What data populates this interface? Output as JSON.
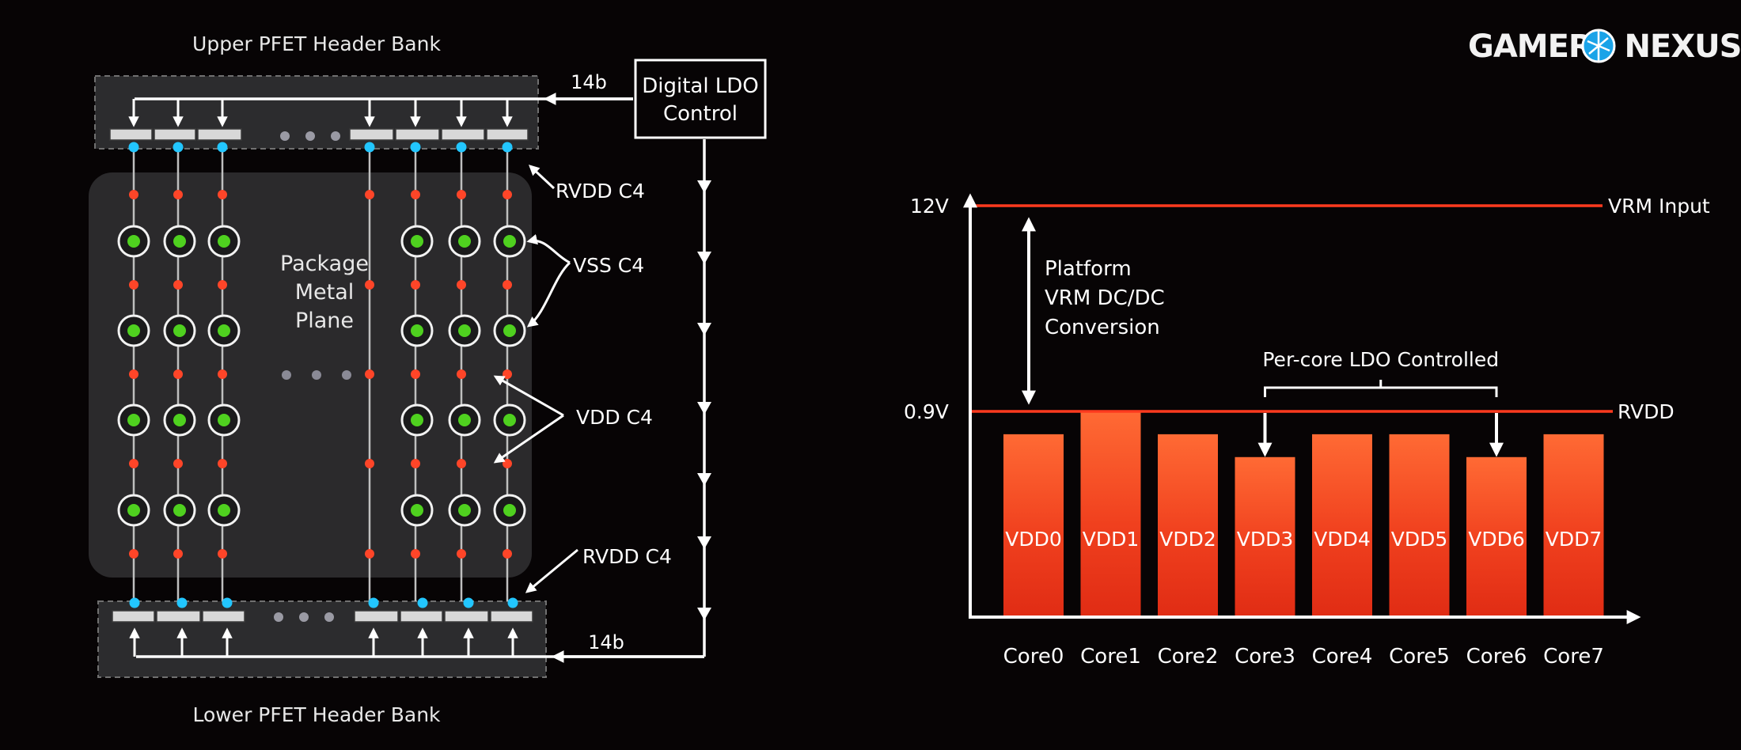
{
  "logo": {
    "text": "GAMERS NEXUS"
  },
  "diagram": {
    "upper_bank_label": "Upper PFET Header Bank",
    "lower_bank_label": "Lower PFET Header Bank",
    "upper_bus_label": "14b",
    "lower_bus_label": "14b",
    "controller_line1": "Digital LDO",
    "controller_line2": "Control",
    "rvdd_top_label": "RVDD C4",
    "rvdd_bottom_label": "RVDD C4",
    "vss_label": "VSS C4",
    "vdd_label": "VDD C4",
    "plane_line1": "Package",
    "plane_line2": "Metal",
    "plane_line3": "Plane"
  },
  "chart_data": {
    "type": "bar",
    "y_ticks": [
      "12V",
      "0.9V"
    ],
    "ref_lines": [
      {
        "label": "VRM Input",
        "value": 12
      },
      {
        "label": "RVDD",
        "value": 0.9
      }
    ],
    "platform_note": [
      "Platform",
      "VRM DC/DC",
      "Conversion"
    ],
    "ldo_note": "Per-core LDO Controlled",
    "categories": [
      "Core0",
      "Core1",
      "Core2",
      "Core3",
      "Core4",
      "Core5",
      "Core6",
      "Core7"
    ],
    "bar_labels": [
      "VDD0",
      "VDD1",
      "VDD2",
      "VDD3",
      "VDD4",
      "VDD5",
      "VDD6",
      "VDD7"
    ],
    "values": [
      0.8,
      0.9,
      0.8,
      0.7,
      0.8,
      0.8,
      0.7,
      0.8
    ],
    "colors": {
      "bar": "#ea3a1c",
      "bar_top": "#ff5a2a",
      "line": "#ff3a1e",
      "axis": "#ffffff"
    }
  }
}
